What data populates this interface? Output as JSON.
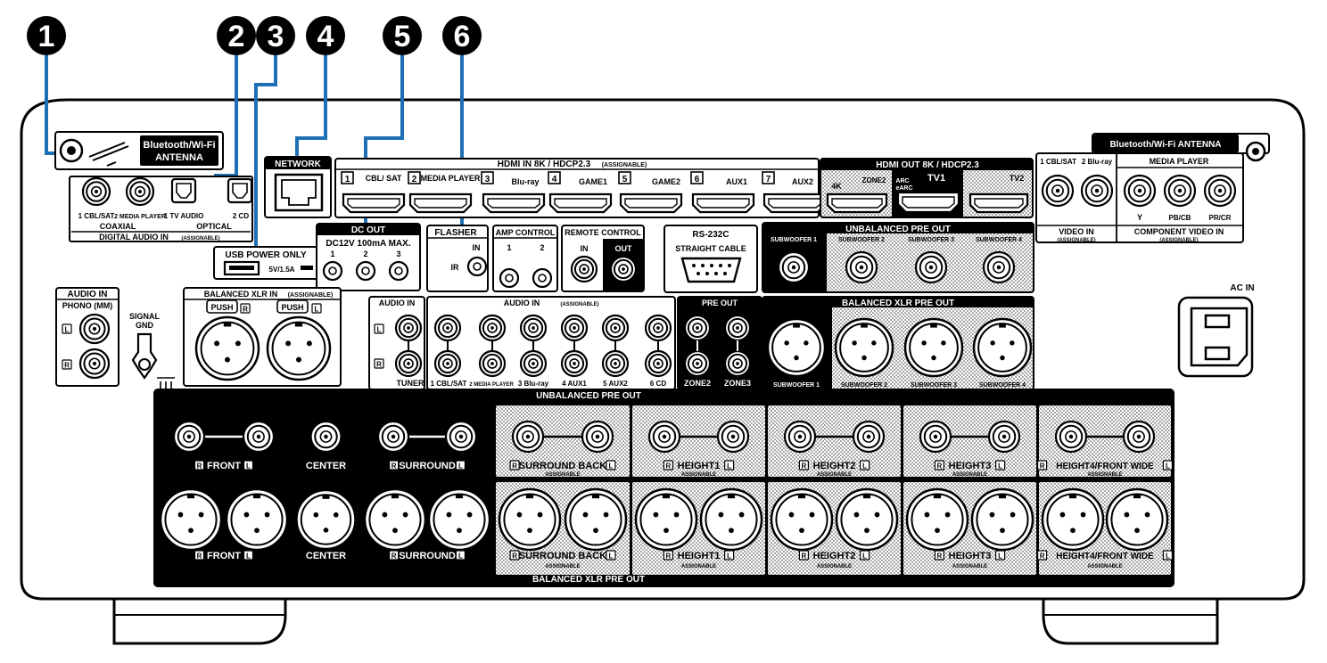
{
  "callouts": [
    "1",
    "2",
    "3",
    "4",
    "5",
    "6"
  ],
  "bt_antenna_left": [
    "Bluetooth/Wi-Fi",
    "ANTENNA"
  ],
  "bt_antenna_right": "Bluetooth/Wi-Fi ANTENNA",
  "digital_audio": {
    "ports": [
      "1 CBL/SAT",
      "2 MEDIA PLAYER",
      "1 TV AUDIO",
      "2 CD"
    ],
    "coaxial": "COAXIAL",
    "optical": "OPTICAL",
    "title": "DIGITAL AUDIO IN",
    "assignable": "(ASSIGNABLE)"
  },
  "network": "NETWORK",
  "usb": {
    "title": "USB POWER ONLY",
    "rating": "5V/1.5A"
  },
  "hdmi_in": {
    "title": "HDMI IN  8K / HDCP2.3",
    "assignable": "(ASSIGNABLE)",
    "ports": [
      {
        "num": "1",
        "name": "CBL/ SAT"
      },
      {
        "num": "2",
        "name": "MEDIA PLAYER"
      },
      {
        "num": "3",
        "name": "Blu-ray"
      },
      {
        "num": "4",
        "name": "GAME1"
      },
      {
        "num": "5",
        "name": "GAME2"
      },
      {
        "num": "6",
        "name": "AUX1"
      },
      {
        "num": "7",
        "name": "AUX2"
      }
    ]
  },
  "hdmi_out": {
    "title": "HDMI OUT  8K / HDCP2.3",
    "zone2": "ZONE2",
    "k4": "4K",
    "tv1": "TV1",
    "arc": "ARC",
    "earc": "eARC",
    "tv2": "TV2"
  },
  "video_in": {
    "ports": [
      "1 CBL/SAT",
      "2 Blu-ray"
    ],
    "title": "VIDEO IN",
    "assignable": "(ASSIGNABLE)"
  },
  "component": {
    "header": "MEDIA PLAYER",
    "ports": [
      "Y",
      "PB/CB",
      "PR/CR"
    ],
    "title": "COMPONENT VIDEO IN",
    "assignable": "(ASSIGNABLE)"
  },
  "dc_out": {
    "title": "DC OUT",
    "spec": "DC12V 100mA MAX.",
    "ports": [
      "1",
      "2",
      "3"
    ]
  },
  "flasher": {
    "title": "FLASHER",
    "in": "IN",
    "ir": "IR"
  },
  "amp_control": {
    "title": "AMP CONTROL",
    "ports": [
      "1",
      "2"
    ]
  },
  "remote_control": {
    "title": "REMOTE CONTROL",
    "in": "IN",
    "out": "OUT"
  },
  "rs232c": {
    "title": "RS-232C",
    "sub": "STRAIGHT CABLE"
  },
  "unbal_sub": {
    "title": "UNBALANCED PRE OUT",
    "ports": [
      "SUBWOOFER 1",
      "SUBWOOFER 2",
      "SUBWOOFER 3",
      "SUBWOOFER 4"
    ]
  },
  "audio_in_phono": {
    "title": "AUDIO IN",
    "sub": "PHONO (MM)",
    "l": "L",
    "r": "R"
  },
  "signal_gnd": [
    "SIGNAL",
    "GND"
  ],
  "balanced_xlr_in": {
    "title": "BALANCED XLR IN",
    "assignable": "(ASSIGNABLE)",
    "push": "PUSH",
    "r": "R",
    "l": "L"
  },
  "audio_in_tuner": {
    "title": "AUDIO IN",
    "label": "TUNER",
    "l": "L",
    "r": "R"
  },
  "audio_in_assign": {
    "title": "AUDIO IN",
    "assignable": "(ASSIGNABLE)",
    "ports": [
      "1 CBL/SAT",
      "2 MEDIA PLAYER",
      "3 Blu-ray",
      "4 AUX1",
      "5 AUX2",
      "6 CD"
    ]
  },
  "pre_out": {
    "title": "PRE  OUT",
    "ports": [
      "ZONE2",
      "ZONE3"
    ]
  },
  "bal_xlr_pre_sub": {
    "title": "BALANCED XLR PRE OUT",
    "ports": [
      "SUBWOOFER 1",
      "SUBWOOFER 2",
      "SUBWOOFER 3",
      "SUBWOOFER 4"
    ]
  },
  "ac_in": "AC IN",
  "unbal_pre_out_title": "UNBALANCED PRE OUT",
  "bal_pre_out_title": "BALANCED XLR PRE OUT",
  "channels": [
    {
      "name": "FRONT",
      "assignable": ""
    },
    {
      "name": "CENTER",
      "assignable": ""
    },
    {
      "name": "SURROUND",
      "assignable": ""
    },
    {
      "name": "SURROUND BACK",
      "assignable": "ASSIGNABLE"
    },
    {
      "name": "HEIGHT1",
      "assignable": "ASSIGNABLE"
    },
    {
      "name": "HEIGHT2",
      "assignable": "ASSIGNABLE"
    },
    {
      "name": "HEIGHT3",
      "assignable": "ASSIGNABLE"
    },
    {
      "name": "HEIGHT4/FRONT WIDE",
      "assignable": "ASSIGNABLE"
    }
  ],
  "rl": {
    "r": "R",
    "l": "L"
  },
  "colors": {
    "callout_line": "#1e6fb5",
    "panel": "#000000",
    "hatch": "#9a9a9a"
  }
}
